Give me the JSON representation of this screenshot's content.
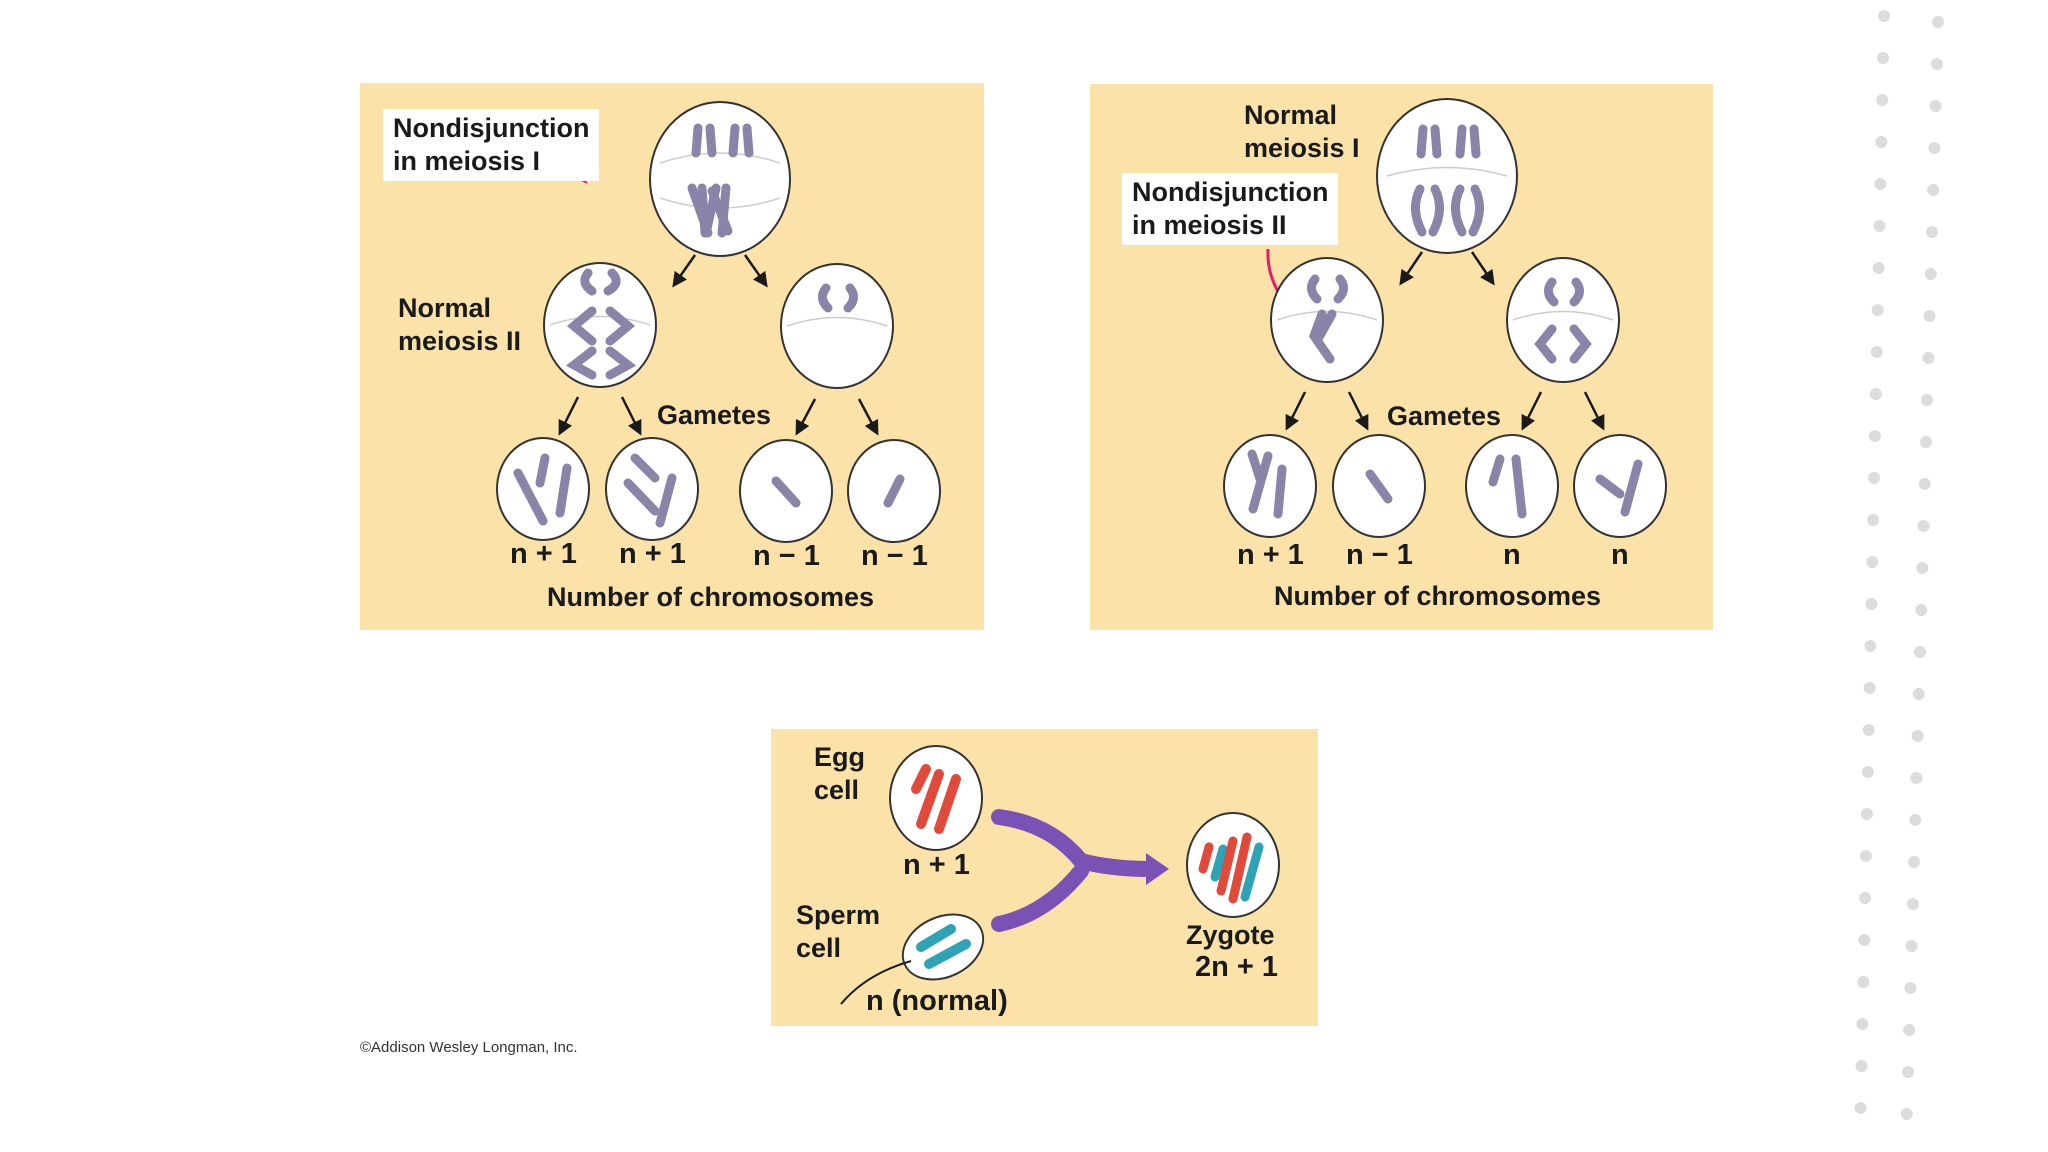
{
  "panel1": {
    "nondisjunction_label": "Nondisjunction\nin meiosis I",
    "normal_label": "Normal\nmeiosis II",
    "gametes_label": "Gametes",
    "gamete_counts": [
      "n + 1",
      "n + 1",
      "n − 1",
      "n − 1"
    ],
    "axis_label": "Number of chromosomes"
  },
  "panel2": {
    "normal_label": "Normal\nmeiosis I",
    "nondisjunction_label": "Nondisjunction\nin meiosis II",
    "gametes_label": "Gametes",
    "gamete_counts": [
      "n + 1",
      "n − 1",
      "n",
      "n"
    ],
    "axis_label": "Number of chromosomes"
  },
  "panel3": {
    "egg_label": "Egg\ncell",
    "egg_count": "n + 1",
    "sperm_label": "Sperm\ncell",
    "sperm_count": "n (normal)",
    "zygote_label": "Zygote",
    "zygote_count": "2n + 1"
  },
  "copyright": "©Addison Wesley Longman, Inc.",
  "colors": {
    "panel_bg": "#fae2a8",
    "chromosome": "#8a85a8",
    "egg_chromosome": "#e04a3a",
    "sperm_chromosome": "#2fa3b5",
    "pointer_arrow": "#e01e6a",
    "fusion_arrow": "#7a52b5",
    "dots": "#dcdcdc"
  }
}
